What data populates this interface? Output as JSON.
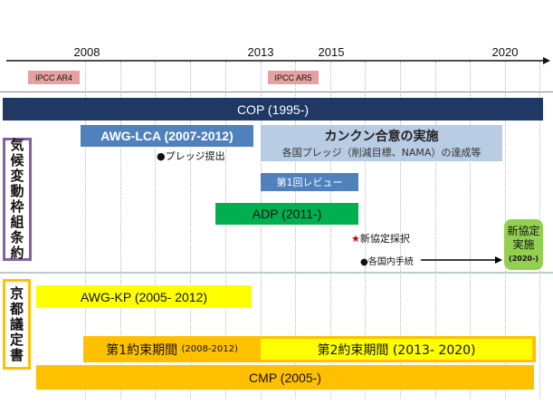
{
  "axis": {
    "years": [
      "2008",
      "2013",
      "2015",
      "2020"
    ]
  },
  "ipcc": {
    "ar4": "IPCC AR4",
    "ar5": "IPCC AR5"
  },
  "unfccc": {
    "section_label": [
      "気",
      "候",
      "変",
      "動",
      "枠",
      "組",
      "条",
      "約"
    ],
    "cop": "COP (1995-)",
    "awg_lca": "AWG-LCA (2007-2012)",
    "cancun_title": "カンクン合意の実施",
    "cancun_sub": "各国プレッジ（削減目標、NAMA）の達成等",
    "pledge": "●プレッジ提出",
    "review": "第1回レビュー",
    "adp": "ADP (2011-)",
    "adoption": "新協定採択",
    "domestic": "●各国内手続",
    "new_agreement": {
      "line1": "新協定",
      "line2": "実施",
      "line3": "(2020-)"
    }
  },
  "kyoto": {
    "section_label": [
      "京",
      "都",
      "議",
      "定",
      "書"
    ],
    "awg_kp": "AWG-KP (2005- 2012)",
    "cp1": "第1約束期間",
    "cp1_years": "(2008-2012)",
    "cp2": "第2約束期間 (2013- 2020)",
    "cmp": "CMP (2005-)"
  },
  "colors": {
    "cop": "#1f3864",
    "lca": "#4f81bd",
    "cancun": "#b8cce4",
    "adp": "#00b050",
    "new": "#92d050",
    "kp": "#ffff00",
    "orange": "#ffc000",
    "purple": "#8064a2"
  }
}
